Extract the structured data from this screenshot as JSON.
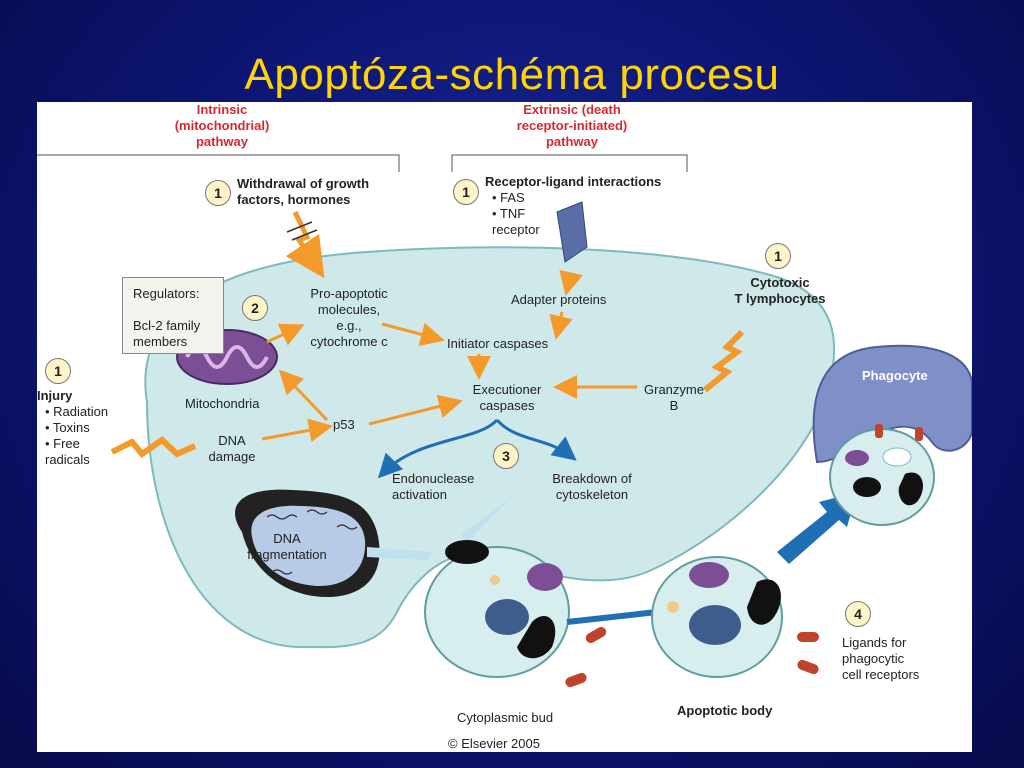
{
  "slide": {
    "title": "Apoptóza-schéma procesu"
  },
  "diagram": {
    "intrinsic_header": "Intrinsic\n(mitochondrial)\npathway",
    "extrinsic_header": "Extrinsic (death\nreceptor-initiated)\npathway",
    "withdrawal": {
      "num": "1",
      "text": "Withdrawal of growth\nfactors, hormones"
    },
    "receptor": {
      "num": "1",
      "title": "Receptor-ligand interactions",
      "items": "• FAS\n• TNF\n   receptor"
    },
    "cytotoxic": {
      "num": "1",
      "text": "Cytotoxic\nT lymphocytes"
    },
    "injury": {
      "num": "1",
      "title": "Injury",
      "items": "• Radiation\n• Toxins\n• Free\n   radicals"
    },
    "regulators": {
      "label": "Regulators:",
      "text": "Bcl-2 family\nmembers"
    },
    "mito_num": "2",
    "mitochondria": "Mitochondria",
    "pro_apoptotic": "Pro-apoptotic\nmolecules,\ne.g.,\ncytochrome c",
    "adapter": "Adapter proteins",
    "initiator": "Initiator caspases",
    "executioner": "Executioner\ncaspases",
    "granzyme": "Granzyme\nB",
    "p53": "p53",
    "dna_damage": "DNA\ndamage",
    "step3": "3",
    "endonuclease": "Endonuclease\nactivation",
    "breakdown": "Breakdown of\ncytoskeleton",
    "dna_frag": "DNA\nfragmentation",
    "phagocyte": "Phagocyte",
    "step4": "4",
    "ligands": "Ligands for\nphagocytic\ncell receptors",
    "cyto_bud": "Cytoplasmic bud",
    "apoptotic_body": "Apoptotic body",
    "copyright": "© Elsevier 2005"
  },
  "colors": {
    "background": "#0c1470",
    "title": "#ffd400",
    "cell": "#cfe9ea",
    "arrow_orange": "#f39a2b",
    "arrow_blue": "#1f6fb5",
    "header_red": "#d9282f",
    "mitochondria": "#7b4e96",
    "phagocyte": "#7f8fc8"
  }
}
